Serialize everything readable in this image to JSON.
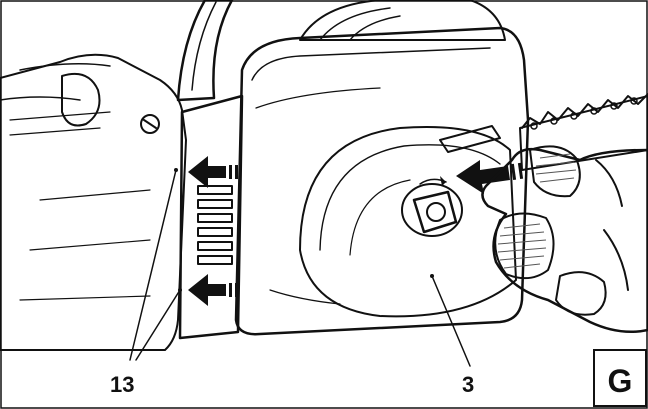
{
  "figure": {
    "callouts": [
      {
        "id": "housing-latch",
        "text": "13"
      },
      {
        "id": "cover",
        "text": "3"
      }
    ],
    "panel_letter": "G"
  },
  "colors": {
    "ink": "#111111",
    "paper": "#ffffff",
    "grey_light": "#d6d6d6",
    "grey_mid": "#9a9a9a",
    "arrow": "#111111"
  }
}
